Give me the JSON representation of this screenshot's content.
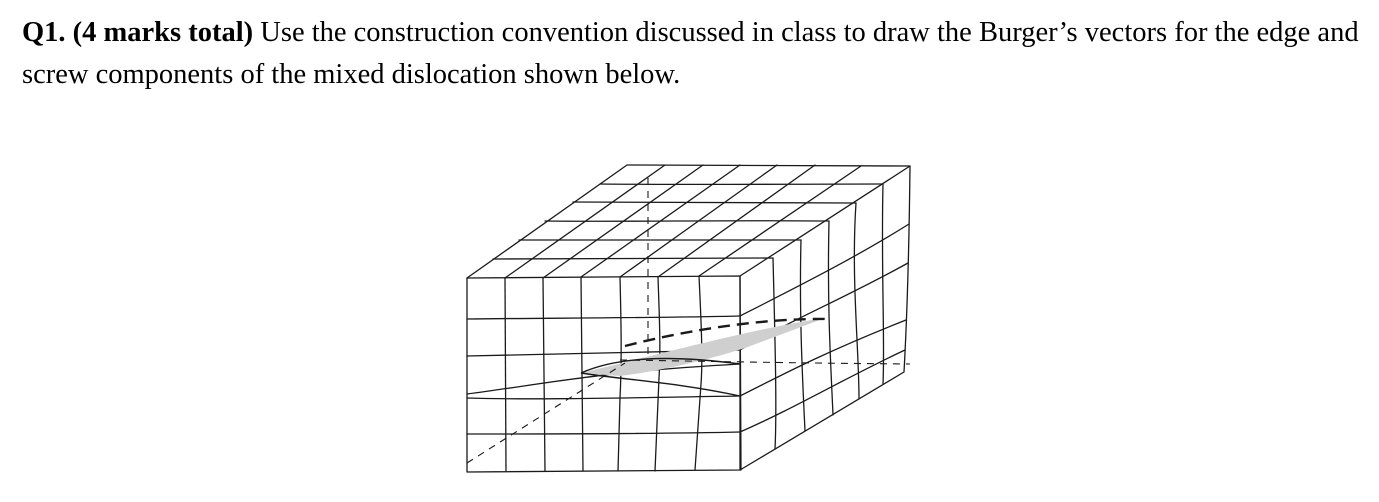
{
  "question": {
    "label": "Q1. (4 marks total)",
    "text_before": " Use the construction convention discussed in class to draw the ",
    "text_highlight": "Burger’s vectors",
    "text_after": " for the edge and screw components of the mixed dislocation shown below."
  },
  "figure": {
    "icon": "mixed-dislocation-lattice-diagram"
  }
}
